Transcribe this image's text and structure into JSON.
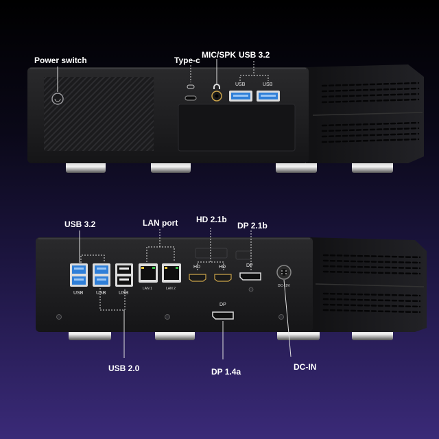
{
  "top_unit": {
    "callouts": {
      "power_switch": "Power switch",
      "type_c": "Type-c",
      "mic_spk": "MIC/SPK",
      "usb32": "USB 3.2"
    },
    "port_labels": {
      "usb_left": "USB",
      "usb_right": "USB"
    }
  },
  "bottom_unit": {
    "callouts": {
      "usb32": "USB 3.2",
      "lan_port": "LAN port",
      "hd21b": "HD 2.1b",
      "dp21b": "DP 2.1b",
      "usb20": "USB 2.0",
      "dp14a": "DP 1.4a",
      "dc_in": "DC-IN"
    },
    "port_labels": {
      "usb_1": "USB",
      "usb_2": "USB",
      "usb_3": "USB",
      "lan_1": "LAN 1",
      "lan_2": "LAN 2",
      "hd_1": "HD",
      "hd_2": "HD",
      "dp_top": "DP",
      "dp_bottom": "DP",
      "dc_small": "DC-19V"
    }
  },
  "colors": {
    "usb3_blue": "#2f7fd8",
    "chassis": "#1c1c1e",
    "background_bottom": "#3a2a78"
  }
}
